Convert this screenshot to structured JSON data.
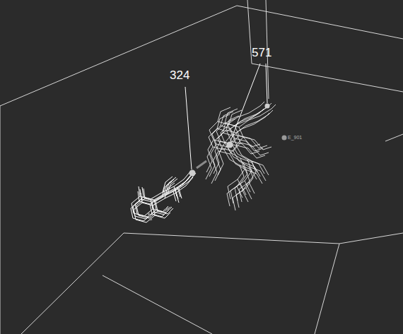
{
  "diagram": {
    "labels": [
      "324",
      "571",
      "E_901"
    ]
  }
}
